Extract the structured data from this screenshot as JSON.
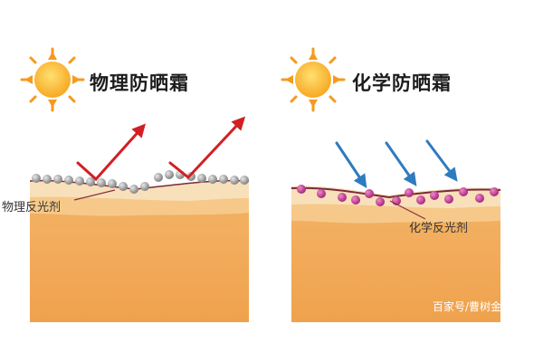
{
  "left_panel": {
    "title": "物理防晒霜",
    "label": "物理反光剂"
  },
  "right_panel": {
    "title": "化学防晒霜",
    "label": "化学反光剂"
  },
  "watermark": "百家号/曹树金说",
  "colors": {
    "skin_top": "#f6dcb5",
    "skin_mid": "#f3c583",
    "skin_deep": "#f1a652",
    "reflect_arrow": "#d21f25",
    "absorb_arrow": "#2f7bbf",
    "particle_grey": "#9a9a9a",
    "particle_pink": "#c1338a",
    "film_line": "#7a2a3a",
    "sun_core": "#fbb62c",
    "sun_ray": "#f59a1d"
  },
  "icons": {
    "sun": "sun-icon"
  }
}
